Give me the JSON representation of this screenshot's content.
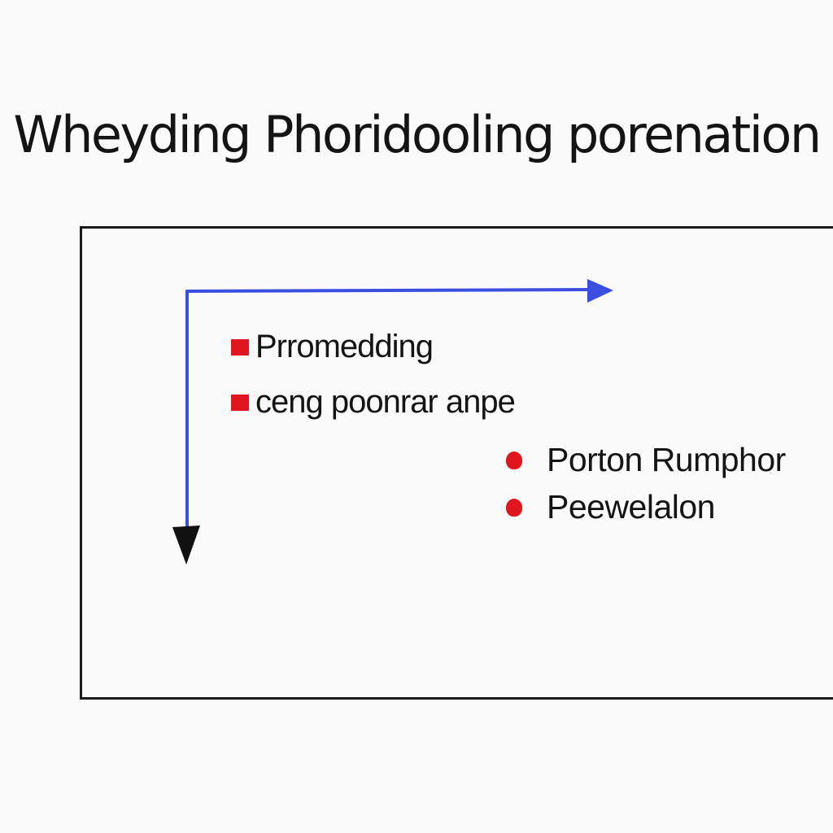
{
  "title": "Wheyding Phoridooling porenation",
  "colors": {
    "horizontal_arrow": "#3a4fe0",
    "vertical_arrow": "#3a4fe0",
    "vertical_arrowhead": "#111111",
    "markers": "#e0161e",
    "frame": "#1b1b1b",
    "background": "#fafafa"
  },
  "square_items": [
    {
      "label": "Prromedding",
      "marker": "red-square"
    },
    {
      "label": "ceng poonrar anpe",
      "marker": "red-square"
    }
  ],
  "dot_items": [
    {
      "label": "Porton Rumphor",
      "marker": "red-dot"
    },
    {
      "label": "Peewelalon",
      "marker": "red-dot"
    }
  ]
}
